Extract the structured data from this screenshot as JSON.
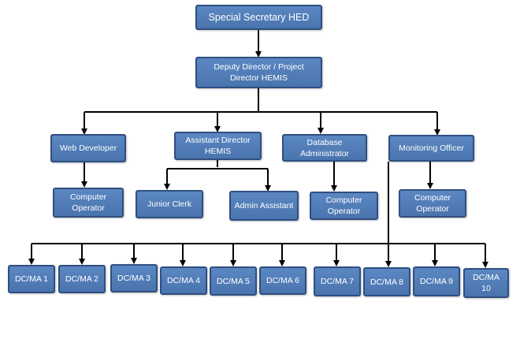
{
  "nodes": {
    "special_secretary": "Special Secretary HED",
    "deputy_director": "Deputy Director / Project Director HEMIS",
    "web_developer": "Web Developer",
    "assistant_director": "Assistant Director HEMIS",
    "database_admin": "Database Administrator",
    "monitoring_officer": "Monitoring Officer",
    "computer_operator_1": "Computer Operator",
    "junior_clerk": "Junior Clerk",
    "admin_assistant": "Admin Assistant",
    "computer_operator_2": "Computer Operator",
    "computer_operator_3": "Computer Operator",
    "dcma": [
      "DC/MA 1",
      "DC/MA 2",
      "DC/MA 3",
      "DC/MA 4",
      "DC/MA 5",
      "DC/MA 6",
      "DC/MA 7",
      "DC/MA 8",
      "DC/MA 9",
      "DC/MA 10"
    ]
  },
  "colors": {
    "box_fill": "#4f7bb7",
    "box_border": "#2f4f80",
    "box_text": "#ffffff",
    "connector": "#000000"
  }
}
